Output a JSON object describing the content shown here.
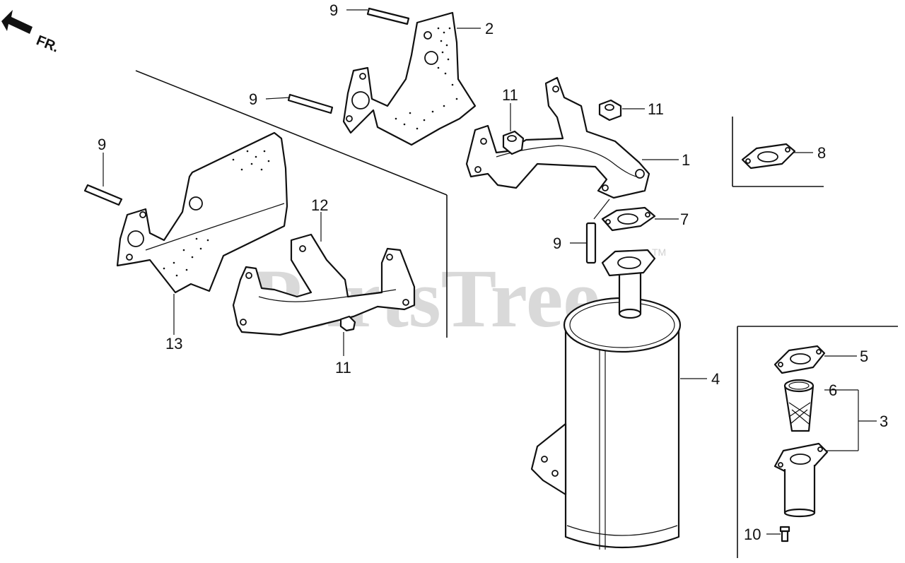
{
  "diagram": {
    "direction_label": "FR.",
    "watermark": "PartsTree",
    "watermark_tm": "TM",
    "callouts": [
      {
        "id": "c1",
        "text": "1"
      },
      {
        "id": "c2",
        "text": "2"
      },
      {
        "id": "c3",
        "text": "3"
      },
      {
        "id": "c4",
        "text": "4"
      },
      {
        "id": "c5",
        "text": "5"
      },
      {
        "id": "c6",
        "text": "6"
      },
      {
        "id": "c7",
        "text": "7"
      },
      {
        "id": "c8",
        "text": "8"
      },
      {
        "id": "c9a",
        "text": "9"
      },
      {
        "id": "c9b",
        "text": "9"
      },
      {
        "id": "c9c",
        "text": "9"
      },
      {
        "id": "c9d",
        "text": "9"
      },
      {
        "id": "c10",
        "text": "10"
      },
      {
        "id": "c11a",
        "text": "11"
      },
      {
        "id": "c11b",
        "text": "11"
      },
      {
        "id": "c11c",
        "text": "11"
      },
      {
        "id": "c12",
        "text": "12"
      },
      {
        "id": "c13",
        "text": "13"
      }
    ]
  }
}
